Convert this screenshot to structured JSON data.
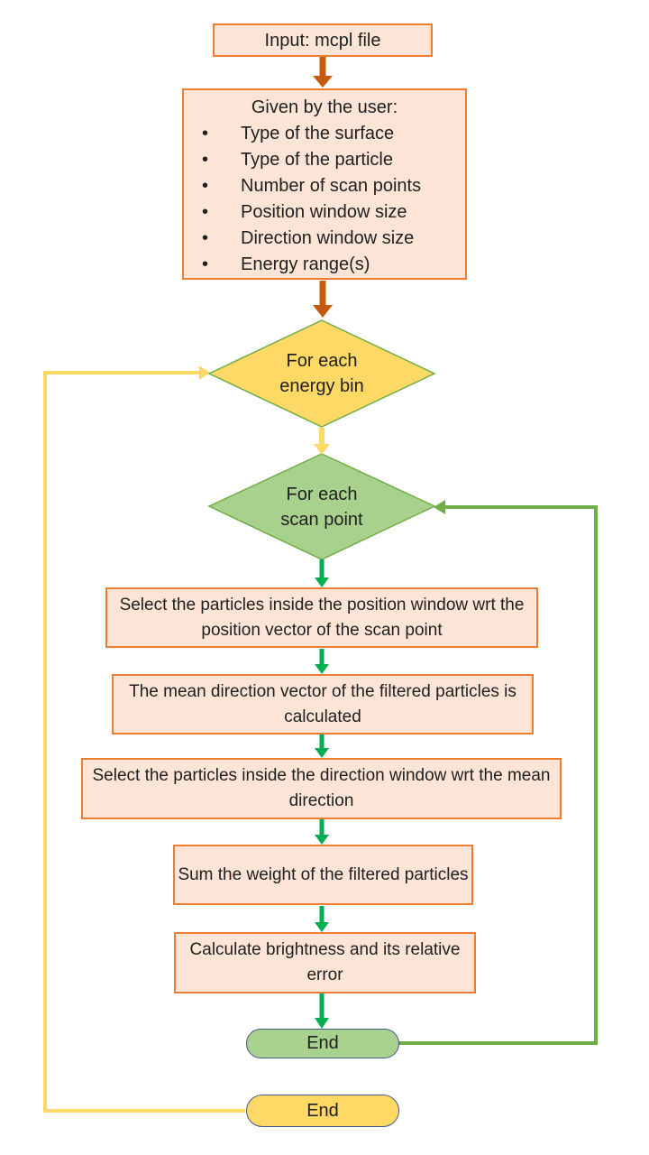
{
  "palette": {
    "box_fill": "#FCE4D6",
    "box_border": "#ED7D31",
    "orange_arrow": "#C55A11",
    "yellow": "#FFD966",
    "green_fill": "#A9D18E",
    "green_border": "#70AD47",
    "bright_green": "#00B050",
    "pill_border": "#46588C",
    "text": "#1F1F1F"
  },
  "nodes": {
    "input": {
      "label": "Input: mcpl file"
    },
    "given": {
      "title": "Given by the user:",
      "items": [
        "Type of the surface",
        "Type of the particle",
        "Number of scan points",
        "Position window size",
        "Direction window size",
        "Energy range(s)"
      ]
    },
    "energy_loop": {
      "label": "For each energy bin"
    },
    "scan_loop": {
      "label": "For each scan point"
    },
    "select_position": {
      "label": "Select the particles inside the position window wrt the position vector of the scan point"
    },
    "mean_direction": {
      "label": "The mean direction vector of the filtered particles is calculated"
    },
    "select_direction": {
      "label": "Select the particles inside the direction window wrt the mean direction"
    },
    "sum_weight": {
      "label": "Sum the weight of the filtered particles"
    },
    "calc_brightness": {
      "label": "Calculate brightness and its relative error"
    },
    "scan_end": {
      "label": "End"
    },
    "energy_end": {
      "label": "End"
    }
  }
}
